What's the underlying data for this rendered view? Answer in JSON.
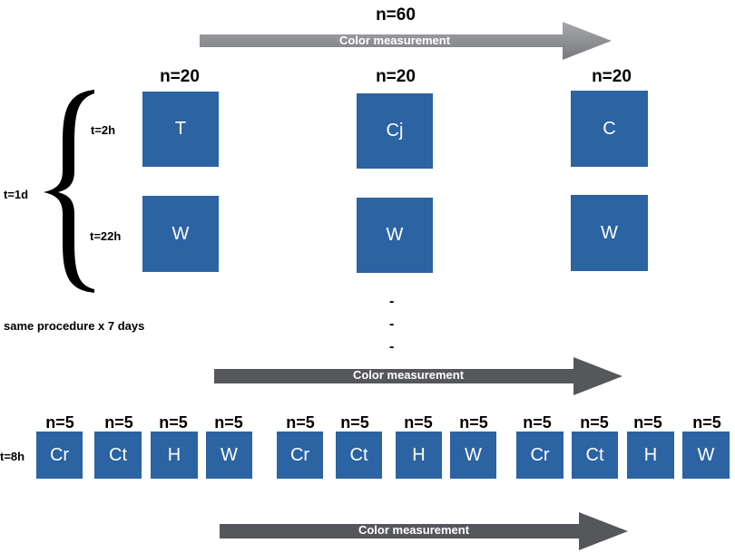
{
  "top_arrow": {
    "count": "n=60",
    "label": "Color measurement"
  },
  "middle_arrow": {
    "label": "Color measurement"
  },
  "bottom_arrow": {
    "label": "Color measurement"
  },
  "time_labels": {
    "day": "t=1d",
    "first": "t=2h",
    "second": "t=22h",
    "bottom": "t=8h"
  },
  "columns": [
    {
      "count": "n=20",
      "top_box": "T",
      "bottom_box": "W"
    },
    {
      "count": "n=20",
      "top_box": "Cj",
      "bottom_box": "W"
    },
    {
      "count": "n=20",
      "top_box": "C",
      "bottom_box": "W"
    }
  ],
  "procedure_note": "same procedure x 7 days",
  "ellipsis": [
    "-",
    "-",
    "-"
  ],
  "bottom_row": [
    {
      "count": "n=5",
      "label": "Cr"
    },
    {
      "count": "n=5",
      "label": "Ct"
    },
    {
      "count": "n=5",
      "label": "H"
    },
    {
      "count": "n=5",
      "label": "W"
    },
    {
      "count": "n=5",
      "label": "Cr"
    },
    {
      "count": "n=5",
      "label": "Ct"
    },
    {
      "count": "n=5",
      "label": "H"
    },
    {
      "count": "n=5",
      "label": "W"
    },
    {
      "count": "n=5",
      "label": "Cr"
    },
    {
      "count": "n=5",
      "label": "Ct"
    },
    {
      "count": "n=5",
      "label": "H"
    },
    {
      "count": "n=5",
      "label": "W"
    }
  ],
  "colors": {
    "box": "#2b63a3",
    "arrow_light": "#8a8c8f",
    "arrow_dark": "#55575a"
  }
}
